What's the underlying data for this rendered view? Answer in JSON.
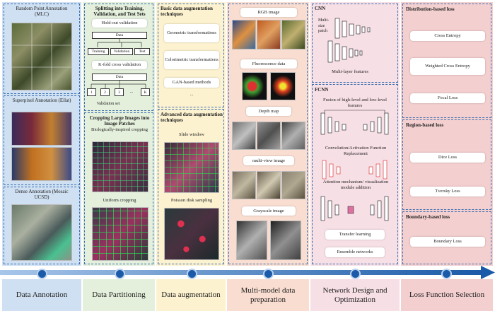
{
  "colors": {
    "panel_border": "#3a6fb0",
    "timeline": "#1a5aa8",
    "col1_bg": "#cfe0f2",
    "col2_bg": "#e4f0dc",
    "col3_bg": "#fdf2d0",
    "col4_bg": "#f9ddd0",
    "col5_bg": "#f7dfe6",
    "col6_bg": "#f4cfcf"
  },
  "annotation": {
    "random_point": "Random Point Annotation (MLC)",
    "superpixel": "Superpixel Annotation (Eilat)",
    "dense": "Dense Annotation (Mosaic UCSD)"
  },
  "partitioning": {
    "split_title": "Splitting into Training, Validation, and Test Sets",
    "holdout": "Hold-out validation",
    "data": "Data",
    "training": "Training",
    "validation": "Validation",
    "test": "Test",
    "kfold": "K-fold cross validation",
    "data2": "Data",
    "k1": "1",
    "k2": "2",
    "k3": "3",
    "kdots": "...",
    "kK": "K",
    "validation_set": "Validation set",
    "crop_title": "Cropping Large Images into Image Patches",
    "bio_crop": "Biologically-inspired cropping",
    "uniform_crop": "Uniform cropping"
  },
  "augmentation": {
    "basic_title": "Basic data augmentation techniques",
    "geometric": "Geometric transformations",
    "colorimetric": "Colorimetric transformations",
    "gan": "GAN-based methods",
    "dots": "...",
    "advanced_title": "Advanced data augmentation techniques",
    "slide": "Slide window",
    "poisson": "Poisson disk sampling"
  },
  "multimodel": {
    "rgb": "RGB image",
    "fluorescence": "Fluorescence data",
    "depth": "Depth map",
    "multiview": "multi-view image",
    "grayscale": "Grayscale image"
  },
  "network": {
    "cnn": "CNN",
    "multisize": "Multi-size patch",
    "multilayer": "Multi-layer features",
    "fcnn": "FCNN",
    "fusion": "Fusion of high-level and low-level features",
    "conv_act": "Convolution/Activation Function Replacement",
    "attention": "Attention mechanism/ visualization module addition",
    "transfer": "Transfer learning",
    "ensemble": "Ensemble networks"
  },
  "loss": {
    "distribution": "Distribution-based loss",
    "cross_entropy": "Cross Entropy",
    "weighted_ce": "Weighted Cross Entropy",
    "focal": "Focal Loss",
    "region": "Region-based loss",
    "dice": "Dice Loss",
    "tversky": "Tversky Loss",
    "boundary": "Boundary-based loss",
    "boundary_loss": "Boundary Loss"
  },
  "stages": [
    {
      "label": "Data Annotation"
    },
    {
      "label": "Data Partitioning"
    },
    {
      "label": "Data augmentation"
    },
    {
      "label": "Multi-model data preparation"
    },
    {
      "label": "Network Design and Optimization"
    },
    {
      "label": "Loss Function Selection"
    }
  ]
}
